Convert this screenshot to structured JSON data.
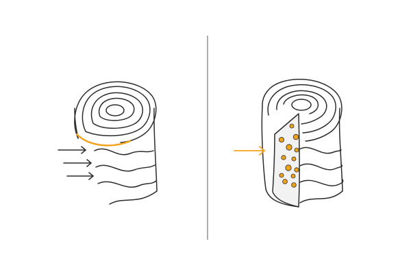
{
  "colors": {
    "line": "#2b2b2b",
    "accent": "#f5a21e",
    "dot": "#f1a317",
    "divider": "#777777",
    "cut_face": "#f2f2f2"
  },
  "left_panel": {
    "icon": "log-cross-section-icon",
    "arrows": 3
  },
  "right_panel": {
    "icon": "log-cut-core-icon",
    "arrows": 1,
    "dots": 13
  }
}
